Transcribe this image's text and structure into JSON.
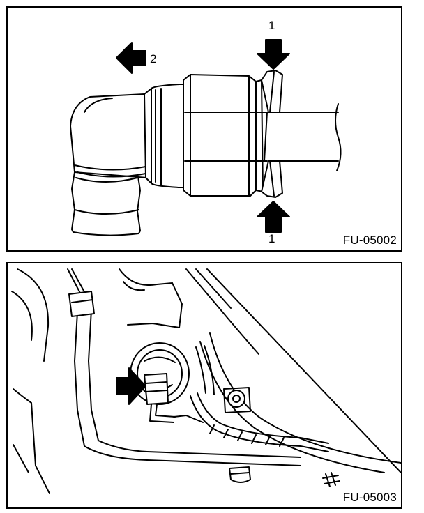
{
  "figures": [
    {
      "code": "FU-05002",
      "callouts": {
        "push_top": "1",
        "push_bottom": "1",
        "pull": "2"
      }
    },
    {
      "code": "FU-05003"
    }
  ]
}
